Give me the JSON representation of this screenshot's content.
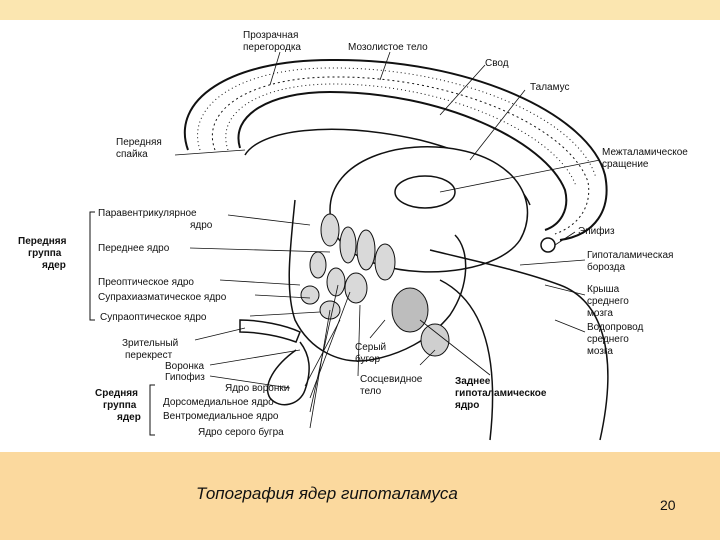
{
  "caption": "Топография ядер гипоталамуса",
  "page_number": "20",
  "labels": {
    "transparent_septum": [
      "Прозрачная",
      "перегородка"
    ],
    "corpus_callosum": "Мозолистое тело",
    "fornix": "Свод",
    "thalamus": "Таламус",
    "anterior_commissure": [
      "Передняя",
      "спайка"
    ],
    "interthalamic_adhesion": [
      "Межталамическое",
      "сращение"
    ],
    "paraventricular_nucleus": [
      "Паравентрикулярное",
      "ядро"
    ],
    "epiphysis": "Эпифиз",
    "anterior_group": [
      "Передняя",
      "группа",
      "ядер"
    ],
    "anterior_nucleus": "Переднее ядро",
    "hypothalamic_sulcus": [
      "Гипоталамическая",
      "борозда"
    ],
    "preoptic_nucleus": "Преоптическое ядро",
    "suprachiasmatic_nucleus": "Супрахиазматическое ядро",
    "midbrain_roof": [
      "Крыша",
      "среднего",
      "мозга"
    ],
    "supraoptic_nucleus": "Супраоптическое ядро",
    "aqueduct": [
      "Водопровод",
      "среднего",
      "мозга"
    ],
    "optic_chiasm": [
      "Зрительный",
      "перекрест"
    ],
    "gray_tuber": [
      "Серый",
      "бугор"
    ],
    "infundibulum": "Воронка",
    "hypophysis": "Гипофиз",
    "infundibular_nucleus": "Ядро воронки",
    "mammillary_body": [
      "Сосцевидное",
      "тело"
    ],
    "posterior_nucleus": [
      "Заднее",
      "гипоталамическое",
      "ядро"
    ],
    "middle_group": [
      "Средняя",
      "группа",
      "ядер"
    ],
    "dorsomedial_nucleus": "Дорсомедиальное ядро",
    "ventromedial_nucleus": "Вентромедиальное ядро",
    "tuber_nucleus": "Ядро серого бугра"
  }
}
